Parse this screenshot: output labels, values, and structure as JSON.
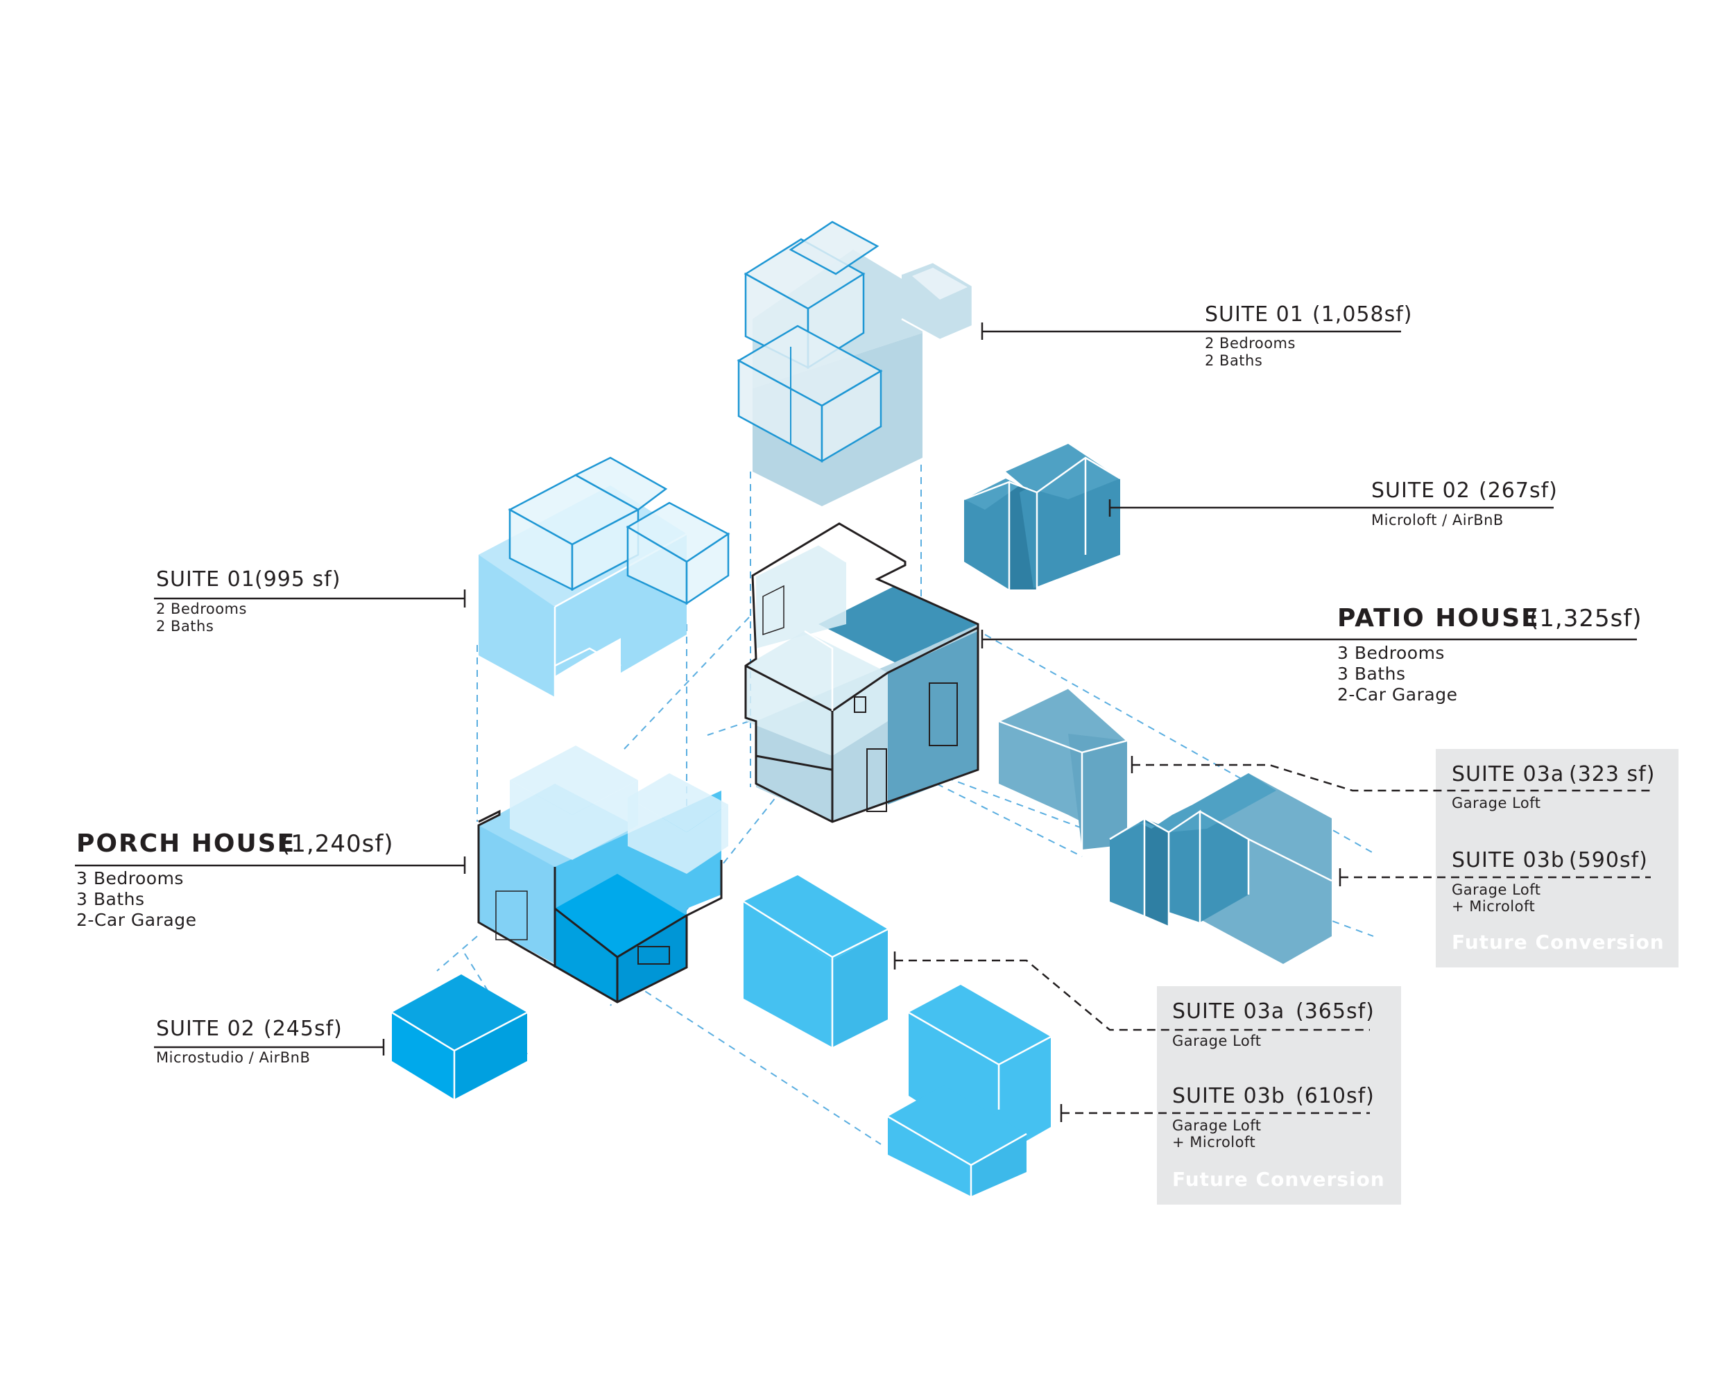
{
  "labels": {
    "suite01_top": {
      "title": "SUITE 01",
      "area": "(1,058sf)",
      "line1": "2 Bedrooms",
      "line2": "2 Baths"
    },
    "suite02_top": {
      "title": "SUITE 02",
      "area": "(267sf)",
      "line1": "Microloft / AirBnB"
    },
    "patio_house": {
      "title": "PATIO HOUSE",
      "area": "(1,325sf)",
      "line1": "3 Bedrooms",
      "line2": "3 Baths",
      "line3": "2-Car Garage"
    },
    "suite01_left": {
      "title": "SUITE 01",
      "area": "(995 sf)",
      "line1": "2 Bedrooms",
      "line2": "2 Baths"
    },
    "porch_house": {
      "title": "PORCH HOUSE",
      "area": "(1,240sf)",
      "line1": "3 Bedrooms",
      "line2": "3 Baths",
      "line3": "2-Car Garage"
    },
    "suite02_left": {
      "title": "SUITE 02",
      "area": "(245sf)",
      "line1": "Microstudio / AirBnB"
    },
    "patio_03a": {
      "title": "SUITE 03a",
      "area": "(323 sf)",
      "line1": "Garage Loft"
    },
    "patio_03b": {
      "title": "SUITE 03b",
      "area": "(590sf)",
      "line1": "Garage Loft",
      "line2": "+ Microloft"
    },
    "patio_future": "Future Conversion",
    "porch_03a": {
      "title": "SUITE 03a",
      "area": "(365sf)",
      "line1": "Garage Loft"
    },
    "porch_03b": {
      "title": "SUITE 03b",
      "area": "(610sf)",
      "line1": "Garage Loft",
      "line2": "+ Microloft"
    },
    "porch_future": "Future Conversion"
  },
  "colors": {
    "patio_light": "#d8ebf4",
    "patio_mid": "#b6d6e4",
    "patio_dark": "#3e93b8",
    "patio_garage": "#72b0cc",
    "porch_light": "#d9f1fc",
    "porch_mid": "#9ddcf8",
    "porch_bright": "#00a9eb",
    "porch_garage": "#45c1f1",
    "panel_gray": "#e6e7e8"
  }
}
